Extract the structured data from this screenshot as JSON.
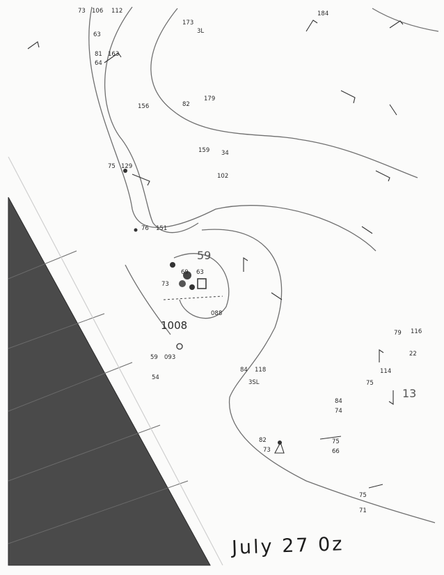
{
  "map": {
    "caption": "July 27 0z",
    "center_pressure": "1008",
    "isobar_labels": [
      "59",
      "13"
    ],
    "station_plots": [
      "73",
      "106",
      "112",
      "184",
      "63",
      "81",
      "163",
      "64",
      "173",
      "3L",
      "82",
      "156",
      "179",
      "159",
      "34",
      "102",
      "75",
      "129",
      "76",
      "151",
      "69",
      "63",
      "73",
      "088",
      "59",
      "093",
      "54",
      "84",
      "118",
      "3SL",
      "79",
      "116",
      "22",
      "114",
      "75",
      "84",
      "74",
      "82",
      "73",
      "75",
      "66",
      "75",
      "71"
    ]
  }
}
